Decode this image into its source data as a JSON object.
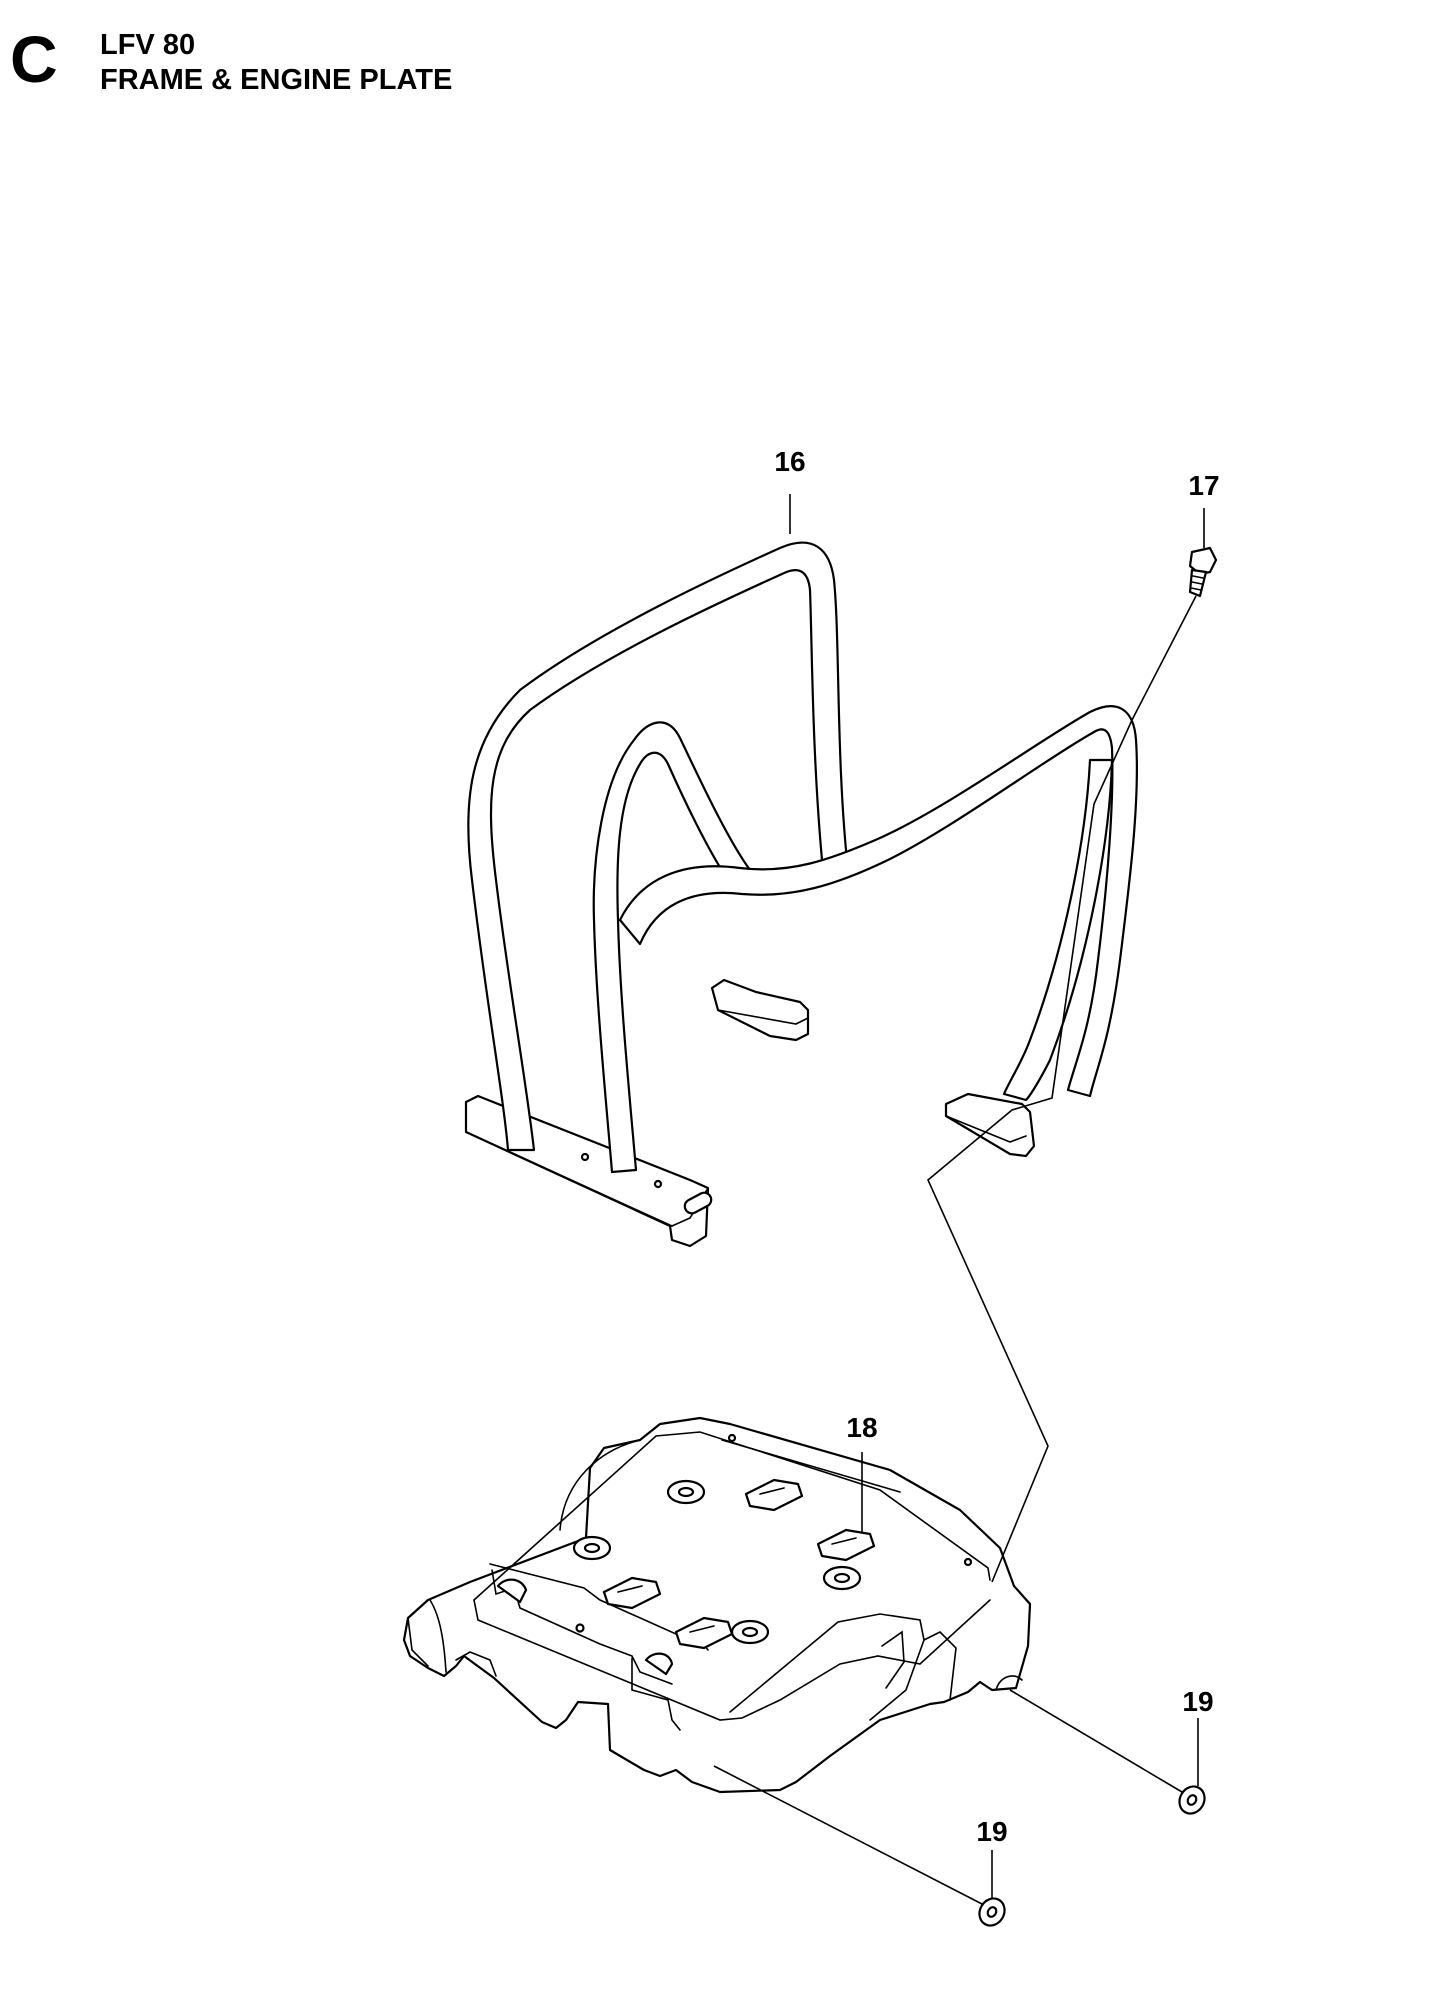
{
  "header": {
    "section_letter": "C",
    "model": "LFV 80",
    "title": "FRAME & ENGINE PLATE"
  },
  "callouts": [
    {
      "id": "16",
      "label": "16",
      "part": "frame"
    },
    {
      "id": "17",
      "label": "17",
      "part": "screw"
    },
    {
      "id": "18",
      "label": "18",
      "part": "engine-plate"
    },
    {
      "id": "19a",
      "label": "19",
      "part": "washer"
    },
    {
      "id": "19b",
      "label": "19",
      "part": "washer"
    }
  ]
}
